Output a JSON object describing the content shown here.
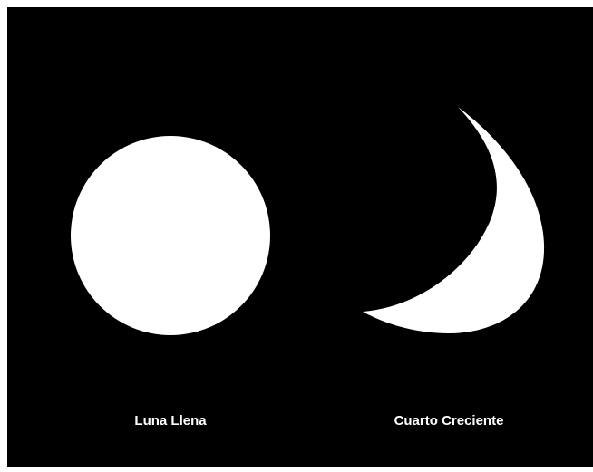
{
  "colors": {
    "background": "#000000",
    "moon": "#ffffff",
    "text": "#ffffff"
  },
  "phases": [
    {
      "label": "Luna Llena",
      "shape": "full-circle"
    },
    {
      "label": "Cuarto Creciente",
      "shape": "crescent"
    }
  ]
}
